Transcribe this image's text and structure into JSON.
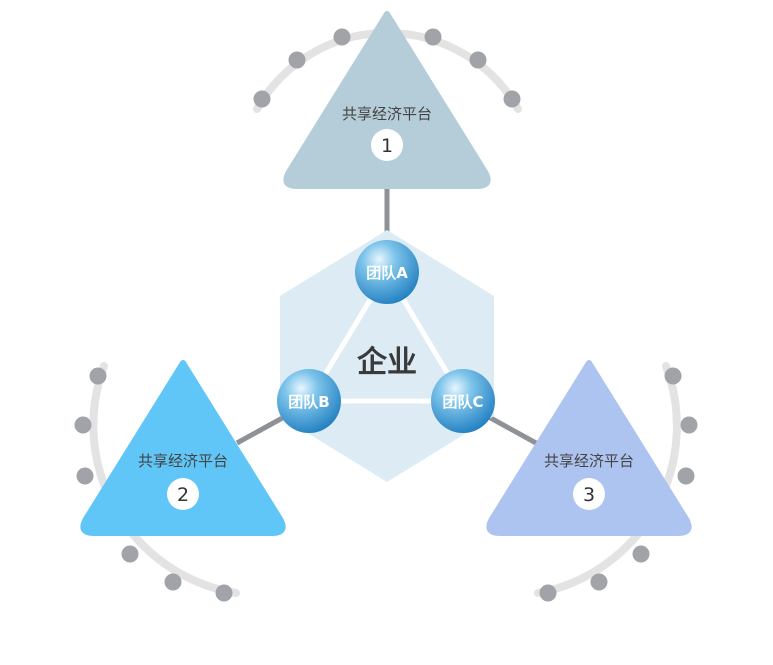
{
  "center": {
    "label": "企业"
  },
  "teams": [
    {
      "label": "团队A"
    },
    {
      "label": "团队B"
    },
    {
      "label": "团队C"
    }
  ],
  "platforms": [
    {
      "label": "共享经济平台",
      "number": "1",
      "color": "#b5cdd9"
    },
    {
      "label": "共享经济平台",
      "number": "2",
      "color": "#5fc6f7"
    },
    {
      "label": "共享经济平台",
      "number": "3",
      "color": "#aec4f0"
    }
  ],
  "colors": {
    "hexagon": "#ddebf5",
    "connector": "#8e9296",
    "arc": "#e3e3e3",
    "node": "#a0a3a8",
    "team_sphere": "#2f8fcb"
  }
}
